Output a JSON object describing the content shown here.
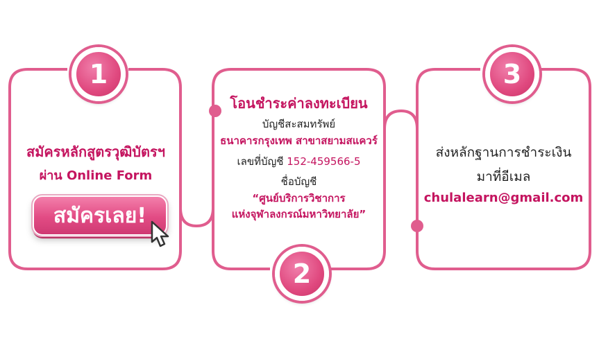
{
  "steps": [
    {
      "number": "1",
      "line1": "สมัครหลักสูตรวุฒิบัตรฯ",
      "line2": "ผ่าน Online Form",
      "button_label": "สมัครเลย!"
    },
    {
      "number": "2",
      "title": "โอนชำระค่าลงทะเบียน",
      "account_type": "บัญชีสะสมทรัพย์",
      "bank": "ธนาคารกรุงเทพ สาขาสยามสแควร์",
      "account_number_label": "เลขที่บัญชี",
      "account_number": "152-459566-5",
      "account_name_label": "ชื่อบัญชี",
      "account_name_1": "“ศูนย์บริการวิชาการ",
      "account_name_2": "แห่งจุฬาลงกรณ์มหาวิทยาลัย”"
    },
    {
      "number": "3",
      "line1": "ส่งหลักฐานการชำระเงิน",
      "line2": "มาที่อีเมล",
      "email": "chulalearn@gmail.com"
    }
  ],
  "colors": {
    "accent": "#e05d8e",
    "text_pink": "#c4145f",
    "text_dark": "#222222"
  },
  "icons": [
    "mouse-pointer-icon"
  ]
}
